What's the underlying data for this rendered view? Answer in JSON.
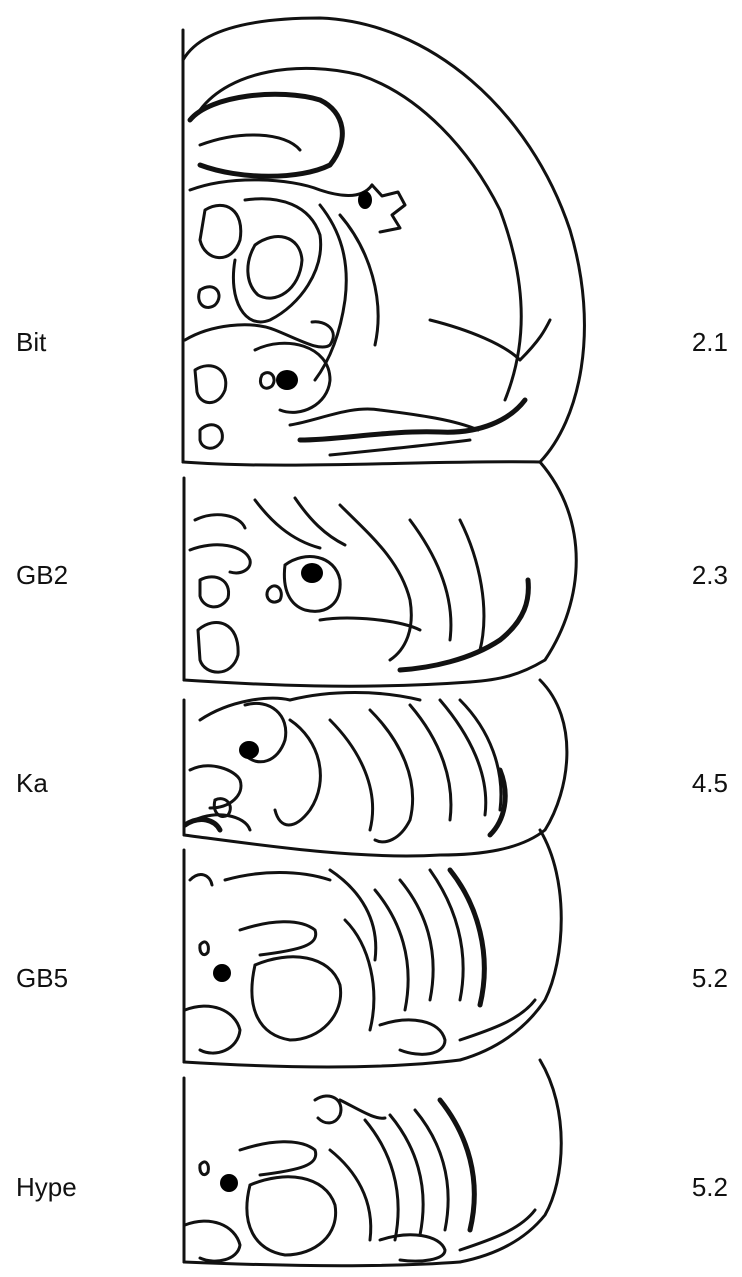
{
  "sections": [
    {
      "subject": "Bit",
      "value": "2.1"
    },
    {
      "subject": "GB2",
      "value": "2.3"
    },
    {
      "subject": "Ka",
      "value": "4.5"
    },
    {
      "subject": "GB5",
      "value": "5.2"
    },
    {
      "subject": "Hype",
      "value": "5.2"
    }
  ],
  "colors": {
    "ink": "#111111",
    "marker": "#000000",
    "background": "#ffffff"
  }
}
